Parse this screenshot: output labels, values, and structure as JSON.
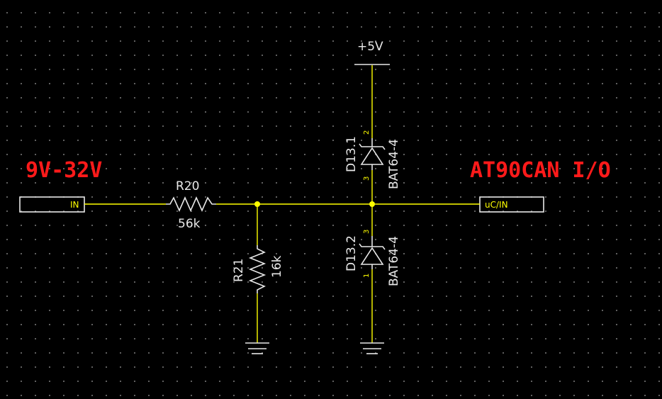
{
  "notes": {
    "input_range": "9V-32V",
    "target": "AT90CAN I/O"
  },
  "ports": {
    "input": "IN",
    "output": "uC/IN"
  },
  "power": {
    "supply": "+5V"
  },
  "components": {
    "r20": {
      "ref": "R20",
      "value": "56k"
    },
    "r21": {
      "ref": "R21",
      "value": "16k"
    },
    "d13_1": {
      "ref": "D13.1",
      "value": "BAT64-4",
      "pin_top": "2",
      "pin_bottom": "3"
    },
    "d13_2": {
      "ref": "D13.2",
      "value": "BAT64-4",
      "pin_top": "3",
      "pin_bottom": "1"
    }
  },
  "colors": {
    "background": "#000000",
    "wire": "#ffff00",
    "component": "#e8e8e8",
    "annotation": "#ff1a1a"
  }
}
